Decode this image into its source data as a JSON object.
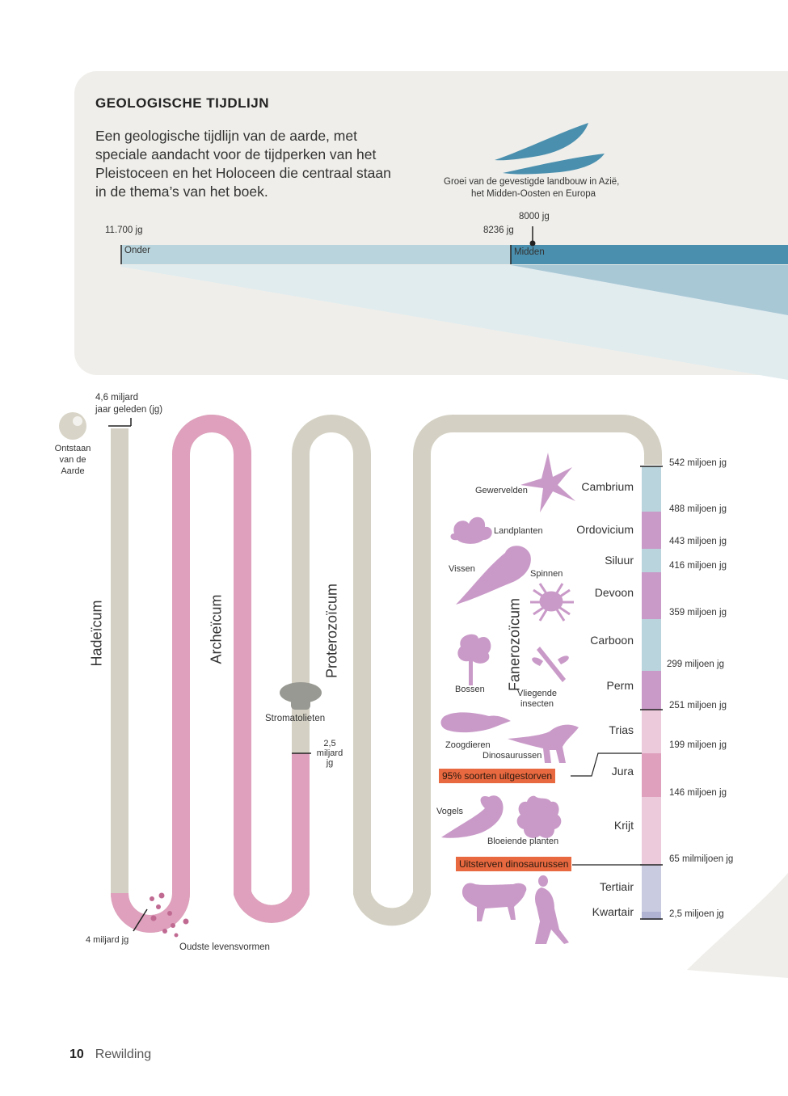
{
  "header": {
    "title": "GEOLOGISCHE TIJDLIJN",
    "intro": "Een geologische tijdlijn van de aarde, met speciale aandacht voor de tijdperken van het Pleistoceen en het Holoceen die centraal staan in de thema’s van het boek.",
    "agriculture_caption_1": "Groei van de gevestigde landbouw in Azië,",
    "agriculture_caption_2": "het Midden-Oosten en Europa",
    "label_11700": "11.700 jg",
    "label_8236": "8236 jg",
    "label_8000": "8000 jg",
    "bar_onder": "Onder",
    "bar_midden": "Midden"
  },
  "serpentine": {
    "start_1": "4,6 miljard",
    "start_2": "jaar geleden (jg)",
    "earth_1": "Ontstaan",
    "earth_2": "van de",
    "earth_3": "Aarde",
    "eons": {
      "hadean": "Hadeïcum",
      "archean": "Archeïcum",
      "proterozoic": "Proterozoïcum",
      "phanerozoic": "Fanerozoïcum"
    },
    "four_billion": "4 miljard jg",
    "oldest_life": "Oudste levensvormen",
    "stromatolites": "Stromatolieten",
    "two_five_1": "2,5",
    "two_five_2": "miljard",
    "two_five_3": "jg"
  },
  "periods": [
    "Cambrium",
    "Ordovicium",
    "Siluur",
    "Devoon",
    "Carboon",
    "Perm",
    "Trias",
    "Jura",
    "Krijt",
    "Tertiair",
    "Kwartair"
  ],
  "ages": [
    "542 miljoen jg",
    "488 miljoen jg",
    "443 miljoen jg",
    "416 miljoen jg",
    "359 miljoen jg",
    "299 miljoen jg",
    "251 miljoen jg",
    "199 miljoen jg",
    "146 miljoen jg",
    "65 milmiljoen jg",
    "2,5 miljoen jg"
  ],
  "organisms": {
    "vertebrates": "Gewervelden",
    "land_plants": "Landplanten",
    "fish": "Vissen",
    "spiders": "Spinnen",
    "forests": "Bossen",
    "insects_1": "Vliegende",
    "insects_2": "insecten",
    "mammals": "Zoogdieren",
    "dinosaurs": "Dinosaurussen",
    "birds": "Vogels",
    "flowering": "Bloeiende planten"
  },
  "events": {
    "extinction_95": "95% soorten uitgestorven",
    "dino_extinction": "Uitsterven dinosaurussen"
  },
  "footer": {
    "page": "10",
    "book": "Rewilding"
  },
  "colors": {
    "track_grey": "#d4d1c4",
    "track_pink": "#dea0bc",
    "teal_light": "#b9d4dc",
    "teal_dark": "#4a8fae",
    "purple": "#c99ac8",
    "alert": "#e8683f"
  }
}
